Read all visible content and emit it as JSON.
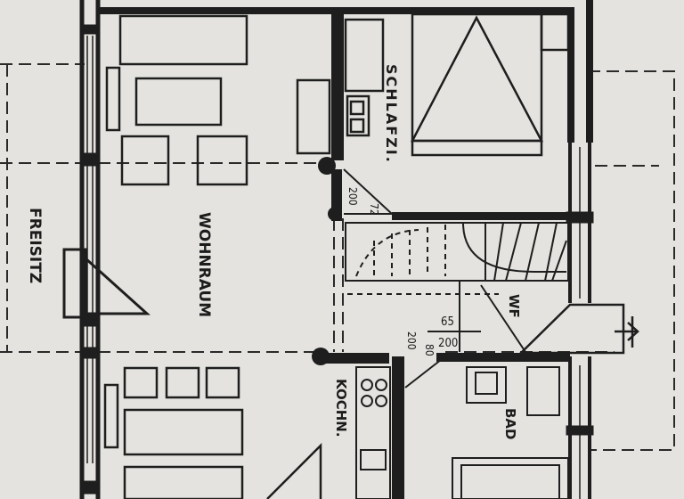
{
  "plan": {
    "rooms": {
      "wohnraum": "WOHNRAUM",
      "freisitz": "FREISITZ",
      "schlafzi": "SCHLAFZI.",
      "kochn": "KOCHN.",
      "bad": "BAD",
      "wf": "WF"
    },
    "dimensions": {
      "door_200_left": "200",
      "door_72": "72",
      "stair_65": "65",
      "stair_200": "200",
      "door_200_lower": "200",
      "door_80": "80"
    }
  }
}
